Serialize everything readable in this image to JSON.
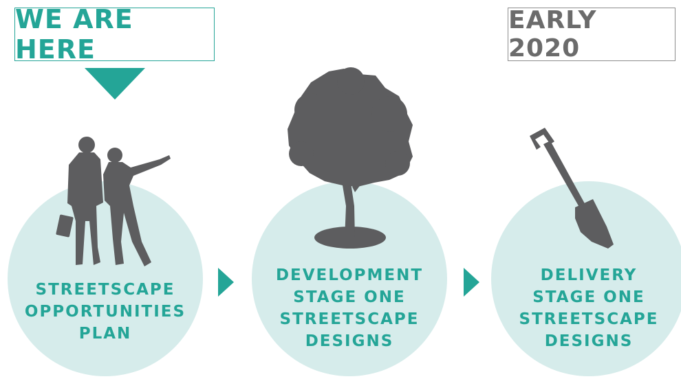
{
  "status_box": {
    "label": "WE ARE HERE",
    "color": "#24a597"
  },
  "date_box": {
    "label": "EARLY 2020",
    "color": "#6b6b6b"
  },
  "stages": [
    {
      "icon": "people-silhouette-icon",
      "lines": [
        "STREETSCAPE",
        "OPPORTUNITIES",
        "PLAN"
      ]
    },
    {
      "icon": "tree-silhouette-icon",
      "lines": [
        "DEVELOPMENT",
        "STAGE ONE",
        "STREETSCAPE",
        "DESIGNS"
      ]
    },
    {
      "icon": "shovel-silhouette-icon",
      "lines": [
        "DELIVERY",
        "STAGE ONE",
        "STREETSCAPE",
        "DESIGNS"
      ]
    }
  ],
  "colors": {
    "accent": "#24a597",
    "circle": "#d6eceb",
    "silhouette": "#5d5d5f"
  }
}
